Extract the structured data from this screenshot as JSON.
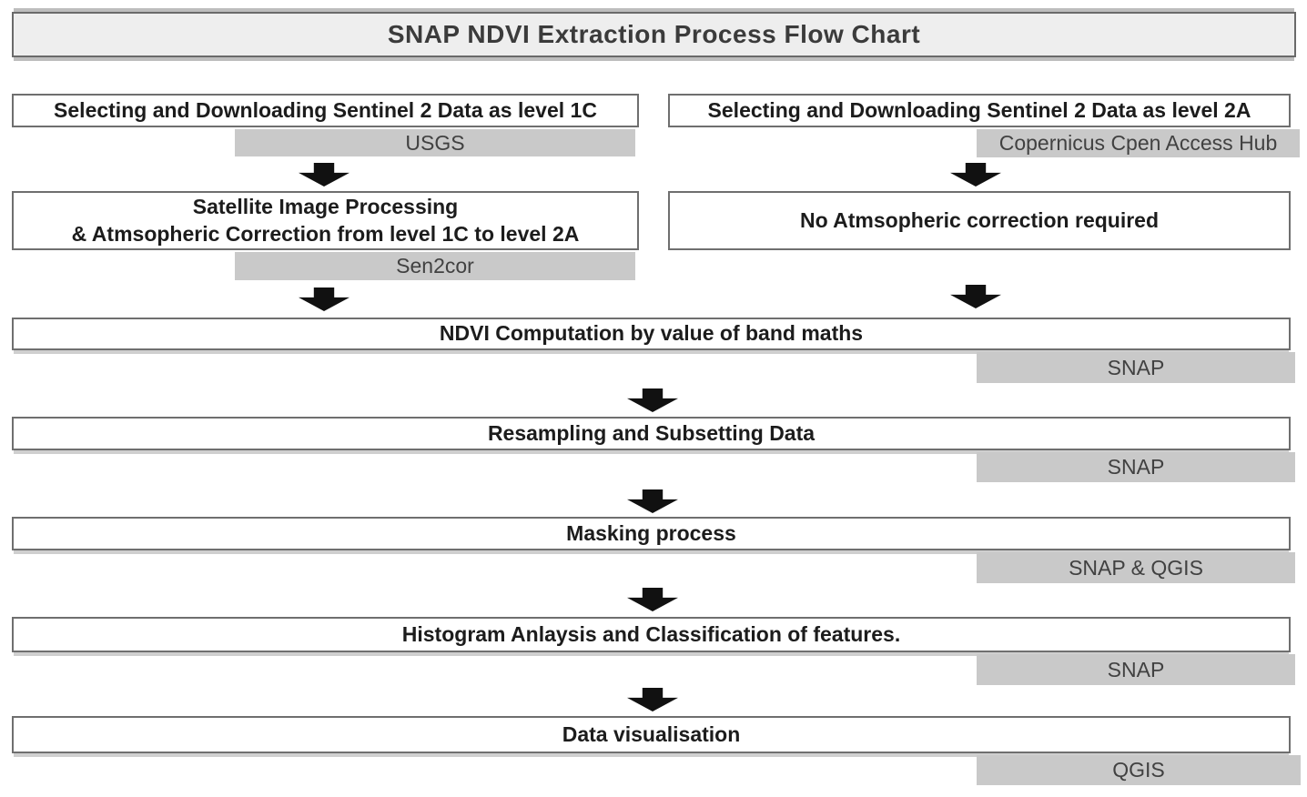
{
  "title": "SNAP NDVI Extraction Process Flow Chart",
  "branches": {
    "left": {
      "step1": {
        "label": "Selecting and Downloading Sentinel 2 Data as level 1C",
        "tool": "USGS"
      },
      "step2": {
        "line1": "Satellite Image Processing",
        "line2": "& Atmsopheric Correction from level 1C to level 2A",
        "tool": "Sen2cor"
      }
    },
    "right": {
      "step1": {
        "label": "Selecting and Downloading Sentinel 2 Data as level 2A",
        "tool": "Copernicus Cpen Access Hub"
      },
      "step2": {
        "label": "No Atmsopheric correction required"
      }
    }
  },
  "pipeline": {
    "step1": {
      "label": "NDVI Computation by value of band maths",
      "tool": "SNAP"
    },
    "step2": {
      "label": "Resampling and Subsetting Data",
      "tool": "SNAP"
    },
    "step3": {
      "label": "Masking process",
      "tool": "SNAP & QGIS"
    },
    "step4": {
      "label": "Histogram Anlaysis and Classification of features.",
      "tool": "SNAP"
    },
    "step5": {
      "label": "Data visualisation",
      "tool": "QGIS"
    }
  },
  "colors": {
    "box_border": "#6f6f6f",
    "box_fill": "#ffffff",
    "title_fill": "#eeeeee",
    "tool_label_fill": "#c9c9c9",
    "tool_label_text": "#414141",
    "arrow": "#111111",
    "text": "#1c1c1c"
  }
}
